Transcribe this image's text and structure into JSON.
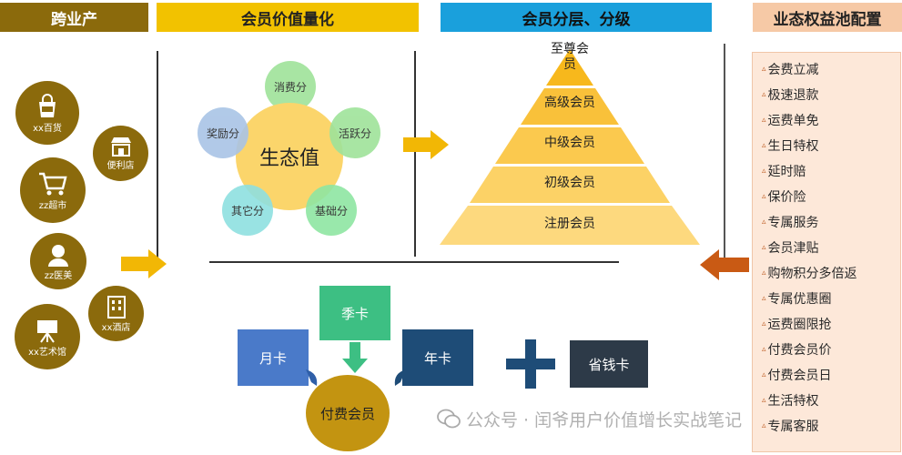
{
  "headers": {
    "cross_industry": "跨业产",
    "value_quant": "会员价值量化",
    "tiering": "会员分层、分级",
    "rights_pool": "业态权益池配置"
  },
  "businesses": [
    {
      "label": "xx百货",
      "icon": "bag-icon"
    },
    {
      "label": "便利店",
      "icon": "store-icon"
    },
    {
      "label": "zz超市",
      "icon": "cart-icon"
    },
    {
      "label": "zz医美",
      "icon": "person-icon"
    },
    {
      "label": "xx酒店",
      "icon": "building-icon"
    },
    {
      "label": "xx艺术馆",
      "icon": "easel-icon"
    }
  ],
  "ecosystem": {
    "center": "生态值",
    "petals": [
      "消费分",
      "活跃分",
      "基础分",
      "其它分",
      "奖励分"
    ]
  },
  "pyramid": {
    "tiers": [
      "至尊会员",
      "高级会员",
      "中级会员",
      "初级会员",
      "注册会员"
    ]
  },
  "cards": {
    "season": "季卡",
    "month": "月卡",
    "year": "年卡",
    "paid_member": "付费会员",
    "saver": "省钱卡"
  },
  "rights": [
    "会费立减",
    "极速退款",
    "运费单免",
    "生日特权",
    "延时赔",
    "保价险",
    "专属服务",
    "会员津贴",
    "购物积分多倍返",
    "专属优惠圈",
    "运费圈限抢",
    "付费会员价",
    "付费会员日",
    "生活特权",
    "专属客服"
  ],
  "watermark": "公众号 · 闰爷用户价值增长实战笔记",
  "colors": {
    "gold": "#8b6a0c",
    "yellow": "#f2c200",
    "blue": "#1aa0dc",
    "orange_bg": "#f6c9a6",
    "rights_bg": "#fde8d9"
  }
}
